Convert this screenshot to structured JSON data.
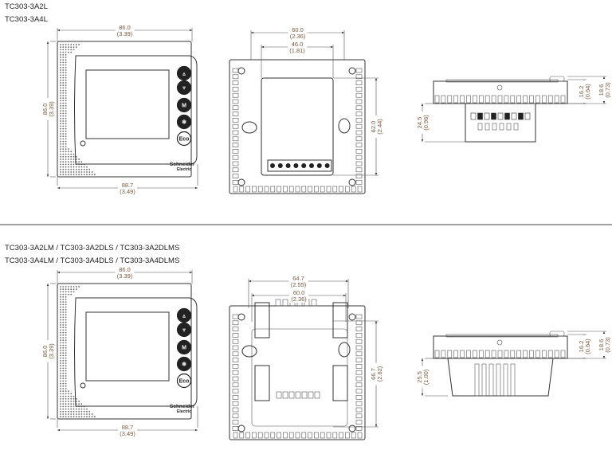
{
  "top": {
    "models": [
      "TC303-3A2L",
      "TC303-3A4L"
    ],
    "front": {
      "width": "86.0",
      "width_in": "(3.39)",
      "height": "86.0",
      "height_in": "(3.39)",
      "depth_width": "88.7",
      "depth_width_in": "(3.49)"
    },
    "back": {
      "outer": "60.0",
      "outer_in": "(2.36)",
      "inner": "46.0",
      "inner_in": "(1.81)",
      "height": "62.0",
      "height_in": "(2.44)"
    },
    "side": {
      "body": "16.2",
      "body_in": "(0.64)",
      "total": "18.6",
      "total_in": "(0.73)",
      "terminal": "24.5",
      "terminal_in": "(0.96)"
    }
  },
  "bottom": {
    "models": [
      "TC303-3A2LM / TC303-3A2DLS / TC303-3A2DLMS",
      "TC303-3A4LM / TC303-3A4DLS / TC303-3A4DLMS"
    ],
    "front": {
      "width": "86.0",
      "width_in": "(3.39)",
      "height": "86.0",
      "height_in": "(3.39)",
      "depth_width": "88.7",
      "depth_width_in": "(3.49)"
    },
    "back": {
      "outer": "64.7",
      "outer_in": "(2.55)",
      "inner": "60.0",
      "inner_in": "(2.36)",
      "height": "66.7",
      "height_in": "(2.62)"
    },
    "side": {
      "body": "16.2",
      "body_in": "(0.64)",
      "total": "18.6",
      "total_in": "(0.73)",
      "terminal": "25.5",
      "terminal_in": "(1.00)"
    }
  },
  "device": {
    "logo_line1": "Schneider",
    "logo_line2": "Electric",
    "buttons": [
      "up-arrow",
      "down-arrow",
      "M",
      "fan",
      "Eco"
    ],
    "eco_label": "Eco",
    "mode_label": "M"
  }
}
